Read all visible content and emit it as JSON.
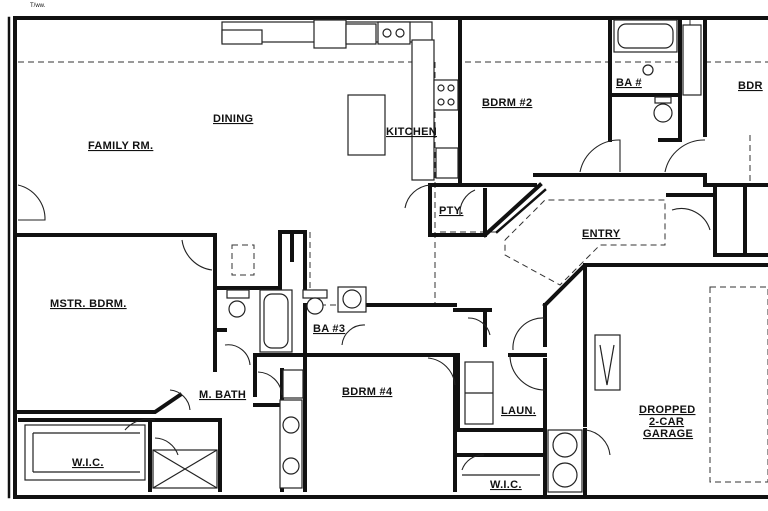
{
  "rooms": {
    "family_rm": "FAMILY RM.",
    "dining": "DINING",
    "kitchen": "KITCHEN",
    "pty": "PTY.",
    "bdrm2": "BDRM #2",
    "ba2": "BA #",
    "bdr_partial": "BDR",
    "entry": "ENTRY",
    "mstr_bdrm": "MSTR. BDRM.",
    "ba3": "BA #3",
    "m_bath": "M. BATH",
    "bdrm4": "BDRM #4",
    "laun": "LAUN.",
    "wic_left": "W.I.C.",
    "wic_right": "W.I.C.",
    "garage_1": "DROPPED",
    "garage_2": "2-CAR",
    "garage_3": "GARAGE",
    "corner_mark": "T/ww."
  }
}
